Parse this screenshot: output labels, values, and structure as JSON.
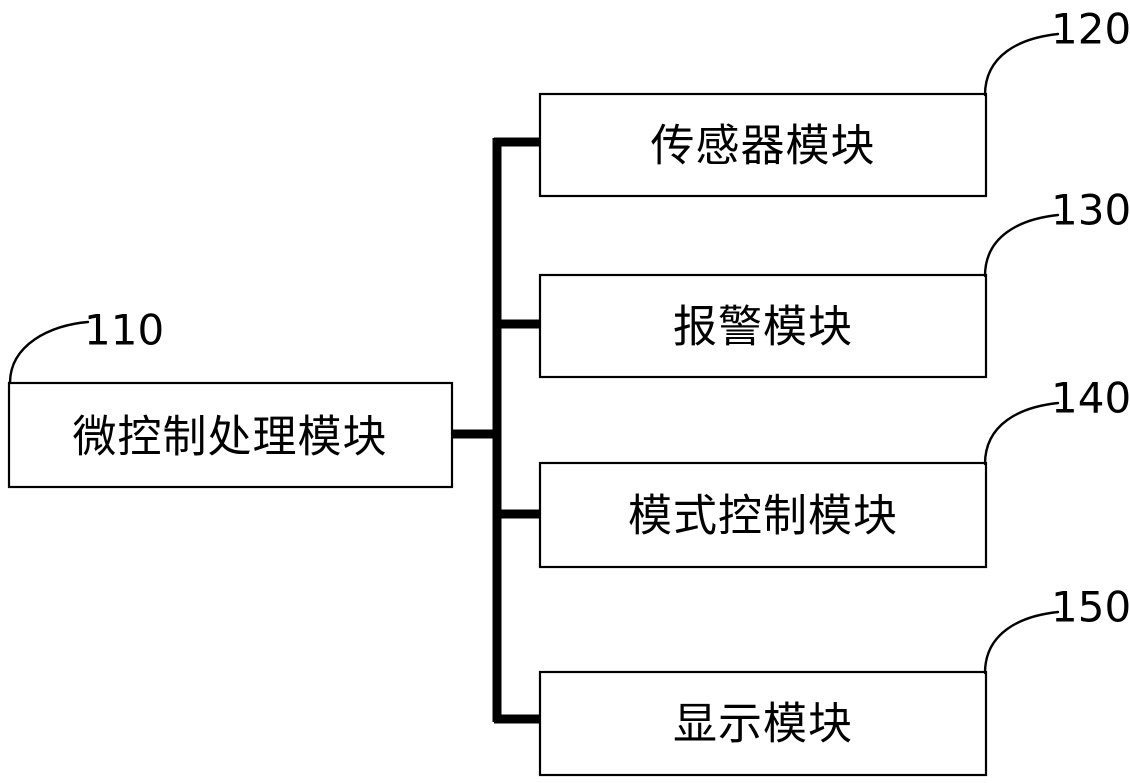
{
  "diagram": {
    "type": "block-diagram",
    "title": "",
    "main_block": {
      "label": "微控制处理模块",
      "ref": "110"
    },
    "bus": {
      "orientation": "vertical",
      "description": "thick-connector-bus"
    },
    "modules": [
      {
        "label": "传感器模块",
        "ref": "120"
      },
      {
        "label": "报警模块",
        "ref": "130"
      },
      {
        "label": "模式控制模块",
        "ref": "140"
      },
      {
        "label": "显示模块",
        "ref": "150"
      }
    ],
    "colors": {
      "stroke": "#000000",
      "background": "#ffffff",
      "text": "#000000"
    }
  }
}
